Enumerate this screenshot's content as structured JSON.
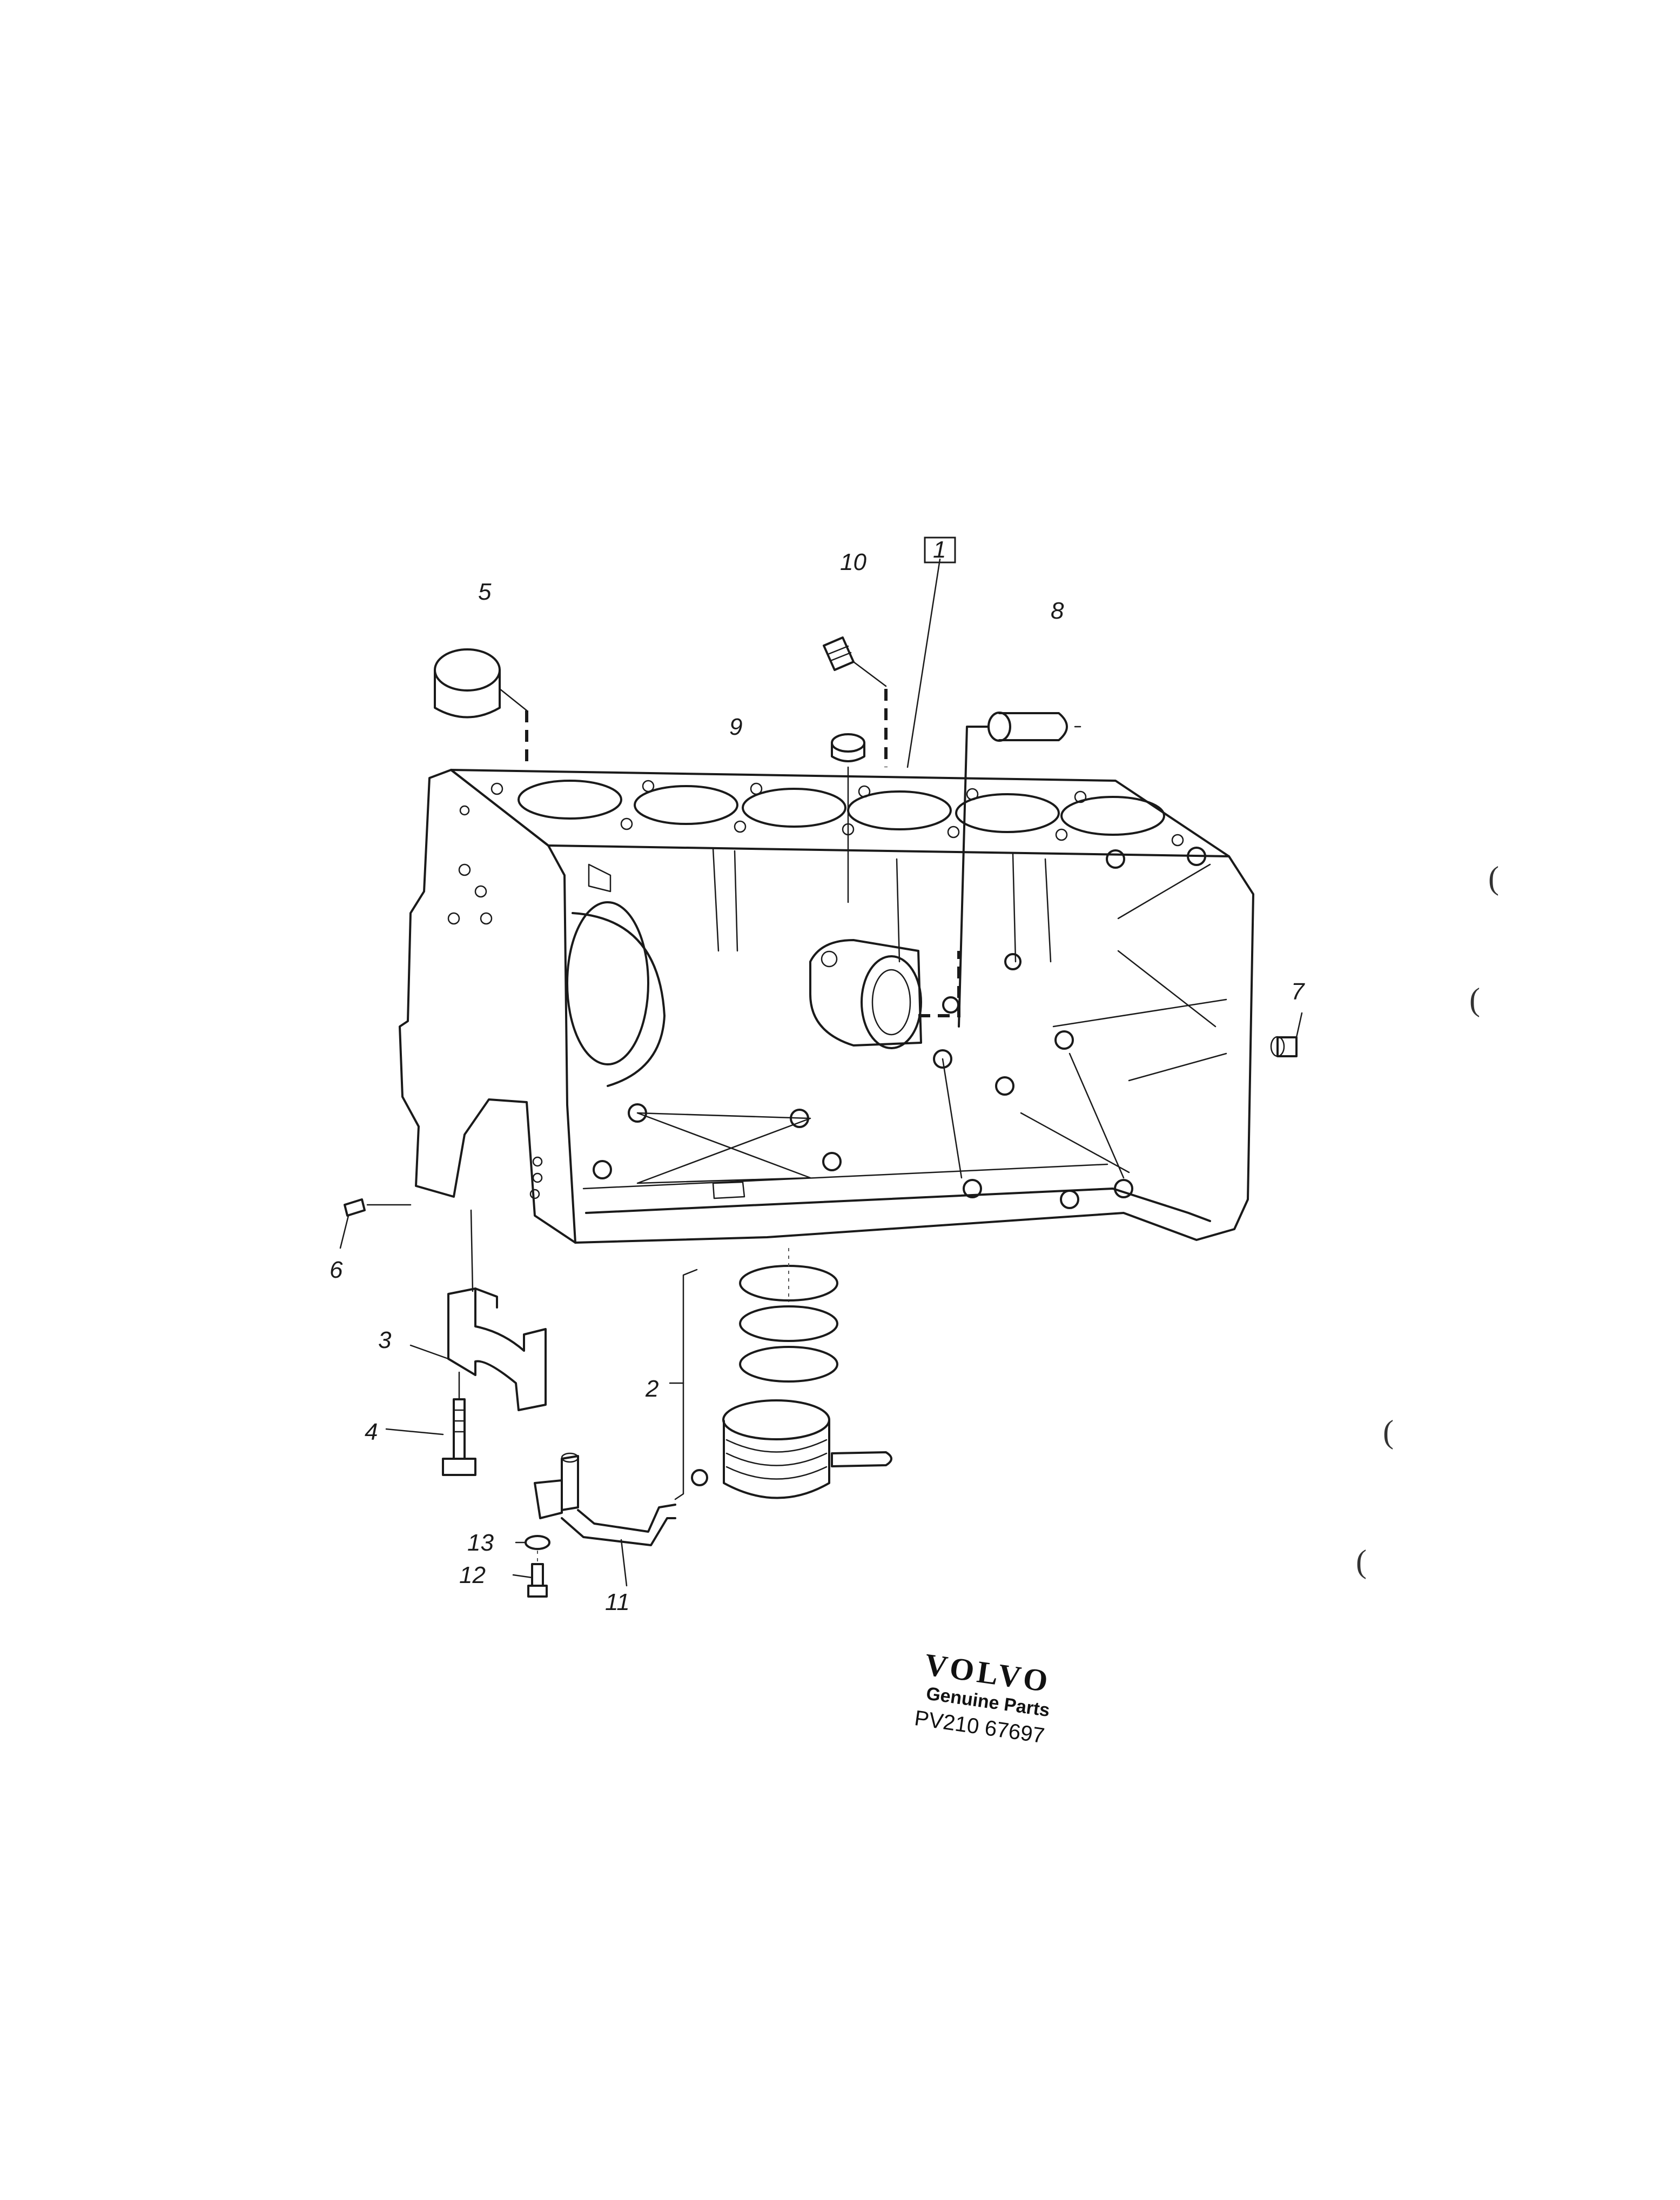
{
  "callouts": {
    "c1": "1",
    "c2": "2",
    "c3": "3",
    "c4": "4",
    "c5": "5",
    "c6": "6",
    "c7": "7",
    "c8": "8",
    "c9": "9",
    "c10": "10",
    "c11": "11",
    "c12": "12",
    "c13": "13"
  },
  "stamp": {
    "brand": "VOLVO",
    "subtitle": "Genuine Parts",
    "part_number": "PV210 67697"
  },
  "margin_marks": [
    "(",
    "(",
    "(",
    "("
  ]
}
